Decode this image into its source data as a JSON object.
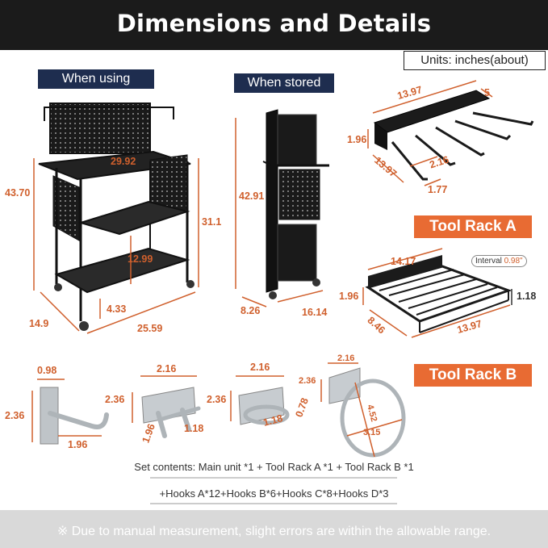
{
  "header": {
    "title": "Dimensions and Details"
  },
  "units": "Units: inches(about)",
  "tags": {
    "using": "When using",
    "stored": "When stored",
    "rack_a": "Tool Rack A",
    "rack_b": "Tool Rack B"
  },
  "cart_dims": {
    "height_total": "43.70",
    "top_width": "29.92",
    "shelf_height": "31.1",
    "gap": "12.99",
    "bottom_clear": "4.33",
    "depth": "14.9",
    "width": "25.59"
  },
  "stored_dims": {
    "height": "42.91",
    "depth": "8.26",
    "width": "16.14"
  },
  "rack_a_dims": {
    "length": "13.97",
    "depth_top": "5",
    "height": "1.96",
    "length_side": "13.97",
    "slot": "2.16",
    "slot_width": "1.77"
  },
  "rack_b_dims": {
    "length_top": "14.17",
    "height": "1.96",
    "right_height": "1.18",
    "depth": "8.46",
    "length": "13.97",
    "interval_label": "Interval",
    "interval_value": "0.98\""
  },
  "hooks_dims": {
    "a": {
      "top": "0.98",
      "height": "2.36",
      "length": "1.96"
    },
    "b": {
      "top": "2.16",
      "height": "2.36",
      "depth": "1.96",
      "length": "1.18"
    },
    "c": {
      "top": "2.16",
      "height": "2.36",
      "length": "1.18",
      "depth": "0.78"
    },
    "d": {
      "top": "2.16",
      "height": "2.36",
      "diameter": "4.52",
      "inner": "3.15"
    }
  },
  "set_contents": "Set contents: Main unit *1 + Tool Rack A *1 + Tool Rack B *1",
  "set_hooks": "+Hooks A*12+Hooks B*6+Hooks C*8+Hooks D*3",
  "footer_note": "※ Due to manual measurement, slight errors are within the allowable range.",
  "colors": {
    "header_bg": "#1b1b1b",
    "tag_navy": "#1e2d4f",
    "accent_orange": "#e86b33",
    "dim_orange": "#d0602d",
    "footer_bg": "#d9d9d9"
  }
}
